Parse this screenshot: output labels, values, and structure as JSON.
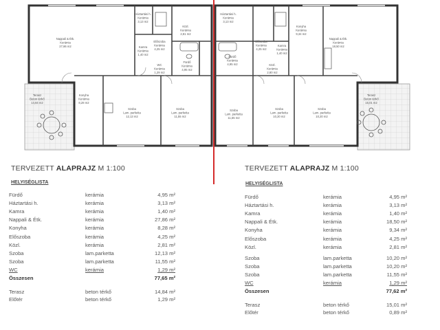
{
  "plan": {
    "left_rooms": [
      {
        "key": "nappali",
        "label": "Nappali & Étk.",
        "mat": "Kerámia",
        "area": "27,86 m2"
      },
      {
        "key": "hazt",
        "label": "Háztartási h.",
        "mat": "Kerámia",
        "area": "3,13 m2"
      },
      {
        "key": "eloszoba",
        "label": "Előszoba",
        "mat": "Kerámia",
        "area": "4,25 m2"
      },
      {
        "key": "kamra",
        "label": "Kamra",
        "mat": "Kerámia",
        "area": "1,40 m2"
      },
      {
        "key": "furdo",
        "label": "Fürdő",
        "mat": "Kerámia",
        "area": "4,95 m2"
      },
      {
        "key": "wc",
        "label": "WC",
        "mat": "Kerámia",
        "area": "1,29 m2"
      },
      {
        "key": "kozl",
        "label": "Közl.",
        "mat": "Kerámia",
        "area": "2,81 m2"
      },
      {
        "key": "konyha",
        "label": "Konyha",
        "mat": "Kerámia",
        "area": "8,28 m2"
      },
      {
        "key": "szoba1",
        "label": "Szoba",
        "mat": "Lam. parketta",
        "area": "12,13 m2"
      },
      {
        "key": "szoba2",
        "label": "Szoba",
        "mat": "Lam. parketta",
        "area": "11,55 m2"
      },
      {
        "key": "terasz",
        "label": "Terasz",
        "mat": "Beton térkő",
        "area": "14,84 m2"
      }
    ],
    "right_rooms": [
      {
        "key": "hazt",
        "label": "Háztartási h.",
        "mat": "Kerámia",
        "area": "3,13 m2"
      },
      {
        "key": "eloszoba",
        "label": "Előszoba",
        "mat": "Kerámia",
        "area": "4,25 m2"
      },
      {
        "key": "kamra",
        "label": "Kamra",
        "mat": "Kerámia",
        "area": "1,40 m2"
      },
      {
        "key": "konyha",
        "label": "Konyha",
        "mat": "Kerámia",
        "area": "9,34 m2"
      },
      {
        "key": "nappali",
        "label": "Nappali & Étk.",
        "mat": "Kerámia",
        "area": "18,50 m2"
      },
      {
        "key": "furdo",
        "label": "Fürdő",
        "mat": "Kerámia",
        "area": "4,95 m2"
      },
      {
        "key": "kozl",
        "label": "Közl.",
        "mat": "Kerámia",
        "area": "2,80 m2"
      },
      {
        "key": "szoba1",
        "label": "Szoba",
        "mat": "Lam. parketta",
        "area": "11,55 m2"
      },
      {
        "key": "szoba2",
        "label": "Szoba",
        "mat": "Lam. parketta",
        "area": "10,20 m2"
      },
      {
        "key": "szoba3",
        "label": "Szoba",
        "mat": "Lam. parketta",
        "area": "10,20 m2"
      },
      {
        "key": "terasz",
        "label": "Terasz",
        "mat": "Beton térkő",
        "area": "15,01 m2"
      }
    ]
  },
  "left": {
    "title_prefix": "TERVEZETT ",
    "title_bold": "ALAPRAJZ",
    "title_scale": "M 1:100",
    "list_heading": "HELYISÉGLISTA",
    "rows": [
      {
        "name": "Fürdő",
        "material": "kerámia",
        "area": "4,95 m²"
      },
      {
        "name": "Háztartási h.",
        "material": "kerámia",
        "area": "3,13 m²"
      },
      {
        "name": "Kamra",
        "material": "kerámia",
        "area": "1,40 m²"
      },
      {
        "name": "Nappali & Étk.",
        "material": "kerámia",
        "area": "27,86 m²"
      },
      {
        "name": "Konyha",
        "material": "kerámia",
        "area": "8,28 m²"
      },
      {
        "name": "Előszoba",
        "material": "kerámia",
        "area": "4,25 m²"
      },
      {
        "name": "Közl.",
        "material": "kerámia",
        "area": "2,81 m²"
      },
      {
        "name": "Szoba",
        "material": "lam.parketta",
        "area": "12,13 m²"
      },
      {
        "name": "Szoba",
        "material": "lam.parketta",
        "area": "11,55 m²"
      },
      {
        "name": "WC",
        "material": "kerámia",
        "area": "1,29 m²"
      }
    ],
    "total": {
      "name": "Összesen",
      "area": "77,65 m²"
    },
    "extra_rows": [
      {
        "name": "Terasz",
        "material": "beton térkő",
        "area": "14,84 m²"
      },
      {
        "name": "Előtér",
        "material": "beton térkő",
        "area": "1,29 m²"
      }
    ]
  },
  "right": {
    "title_prefix": "TERVEZETT ",
    "title_bold": "ALAPRAJZ",
    "title_scale": "M 1:100",
    "list_heading": "HELYISÉGLISTA",
    "rows": [
      {
        "name": "Fürdő",
        "material": "kerámia",
        "area": "4,95 m²"
      },
      {
        "name": "Háztartási h.",
        "material": "kerámia",
        "area": "3,13 m²"
      },
      {
        "name": "Kamra",
        "material": "kerámia",
        "area": "1,40 m²"
      },
      {
        "name": "Nappali & Étk.",
        "material": "kerámia",
        "area": "18,50 m²"
      },
      {
        "name": "Konyha",
        "material": "kerámia",
        "area": "9,34 m²"
      },
      {
        "name": "Előszoba",
        "material": "kerámia",
        "area": "4,25 m²"
      },
      {
        "name": "Közl.",
        "material": "kerámia",
        "area": "2,81 m²"
      },
      {
        "name": "Szoba",
        "material": "lam.parketta",
        "area": "10,20 m²"
      },
      {
        "name": "Szoba",
        "material": "lam.parketta",
        "area": "10,20 m²"
      },
      {
        "name": "Szoba",
        "material": "lam.parketta",
        "area": "11,55 m²"
      },
      {
        "name": "WC",
        "material": "kerámia",
        "area": "1,29 m²"
      }
    ],
    "total": {
      "name": "Összesen",
      "area": "77,62 m²"
    },
    "extra_rows": [
      {
        "name": "Terasz",
        "material": "beton térkő",
        "area": "15,01 m²"
      },
      {
        "name": "Előtér",
        "material": "beton térkő",
        "area": "0,89 m²"
      }
    ]
  },
  "colors": {
    "divider": "#d42a2a",
    "wall": "#333333",
    "terrace": "#eeeeee"
  }
}
